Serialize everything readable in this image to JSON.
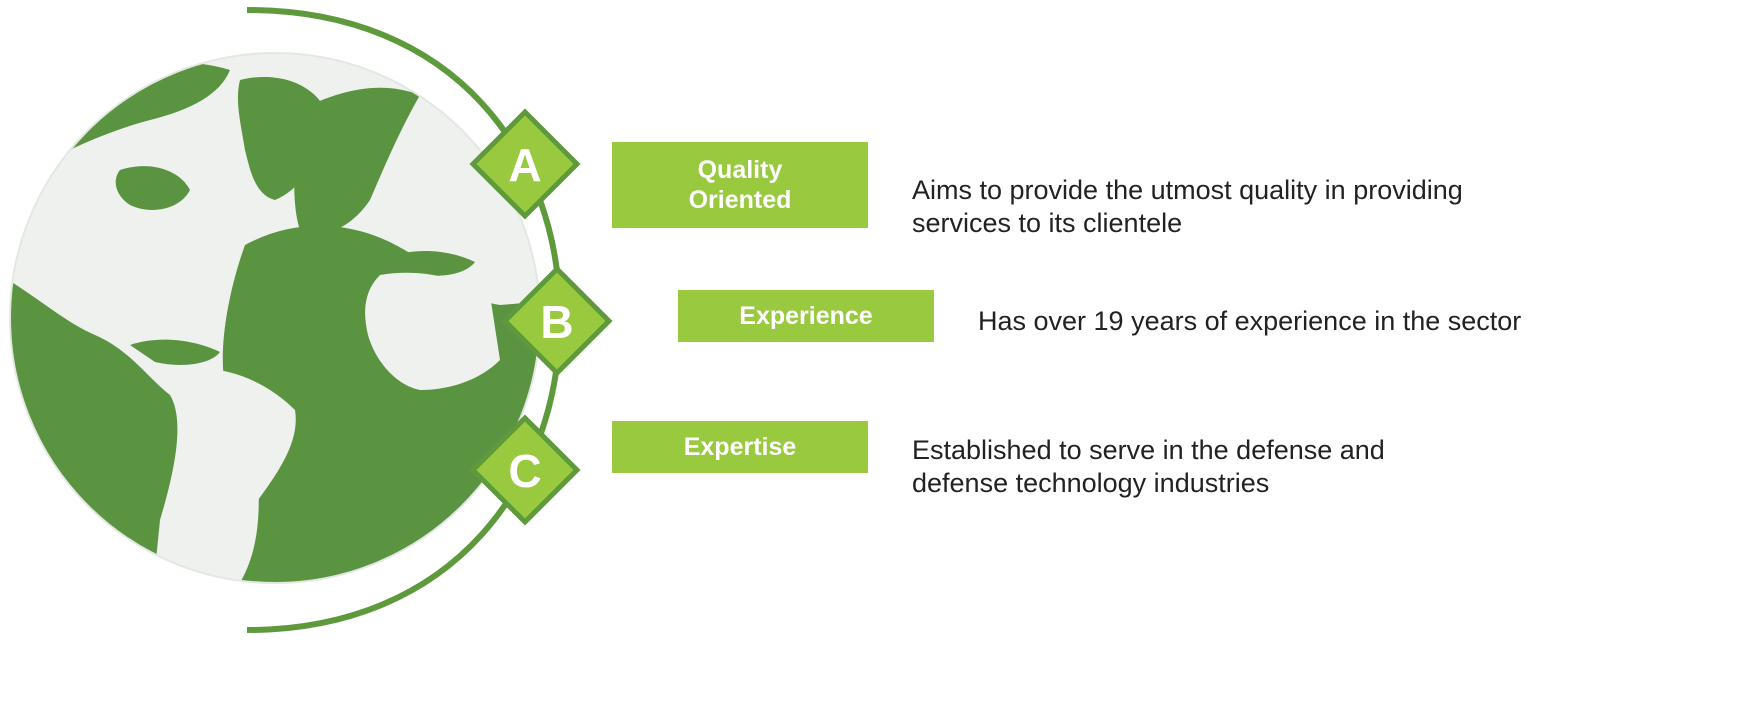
{
  "colors": {
    "accent": "#99c93f",
    "arc": "#5e9a3c",
    "globe_land": "#5a9440",
    "globe_ocean": "#eef1ee",
    "text": "#222222"
  },
  "items": [
    {
      "marker": "A",
      "title_lines": [
        "Quality",
        "Oriented"
      ],
      "description_lines": [
        "Aims to provide the utmost quality in providing",
        "services to its clientele"
      ]
    },
    {
      "marker": "B",
      "title_lines": [
        "Experience"
      ],
      "description_lines": [
        "Has over 19 years of experience in the sector"
      ]
    },
    {
      "marker": "C",
      "title_lines": [
        "Expertise"
      ],
      "description_lines": [
        "Established to serve in the defense and",
        "defense technology industries"
      ]
    }
  ]
}
